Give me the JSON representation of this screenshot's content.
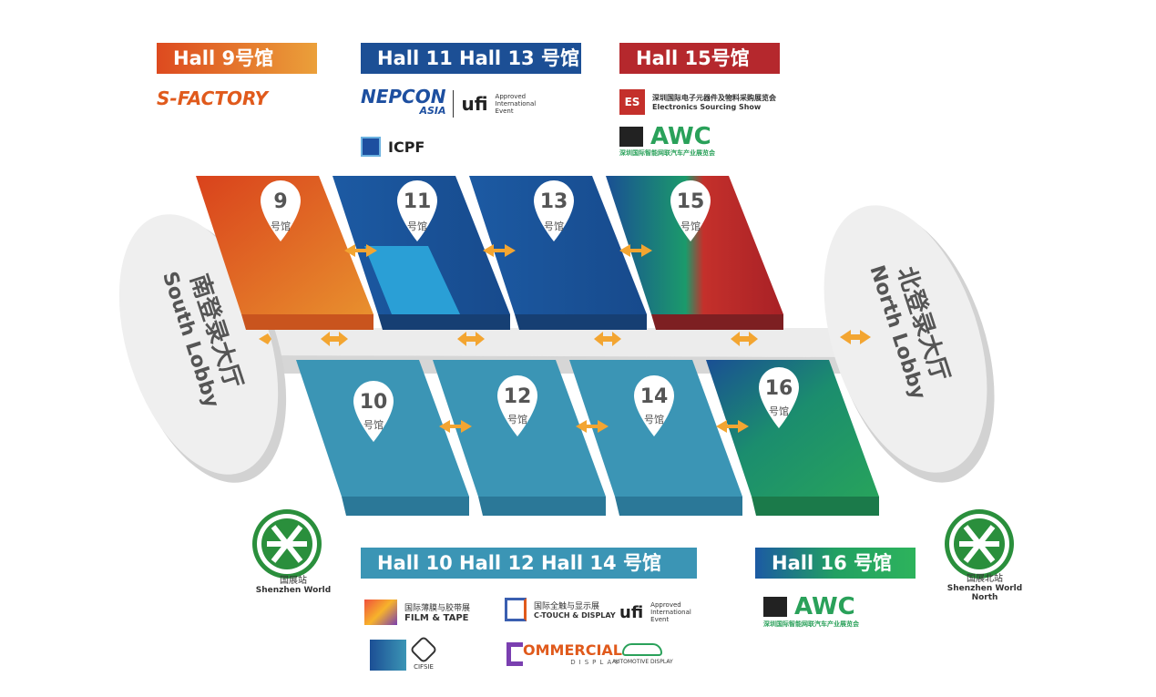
{
  "banners": {
    "hall9": "Hall 9号馆",
    "hall11_13": "Hall 11 Hall 13 号馆",
    "hall15": "Hall 15号馆",
    "hall10_12_14": "Hall 10  Hall 12 Hall 14 号馆",
    "hall16": "Hall 16 号馆"
  },
  "halls": [
    {
      "num": "9",
      "label": "号馆"
    },
    {
      "num": "11",
      "label": "号馆"
    },
    {
      "num": "13",
      "label": "号馆"
    },
    {
      "num": "15",
      "label": "号馆"
    },
    {
      "num": "10",
      "label": "号馆"
    },
    {
      "num": "12",
      "label": "号馆"
    },
    {
      "num": "14",
      "label": "号馆"
    },
    {
      "num": "16",
      "label": "号馆"
    }
  ],
  "lobbies": {
    "south_cn": "南登录大厅",
    "south_en": "South Lobby",
    "north_cn": "北登录大厅",
    "north_en": "North Lobby"
  },
  "stations": {
    "south_cn": "国展站",
    "south_en": "Shenzhen World",
    "north_cn": "国展北站",
    "north_en1": "Shenzhen World",
    "north_en2": "North"
  },
  "logos": {
    "sfactory": "S-FACTORY",
    "nepcon": "NEPCON",
    "nepcon_sub": "ASIA",
    "ufi": "ufi",
    "ufi_text1": "Approved",
    "ufi_text2": "International",
    "ufi_text3": "Event",
    "icpf": "ICPF",
    "es_show_cn": "深圳国际电子元器件及物料采购展览会",
    "es_show_en": "Electronics Sourcing Show",
    "es_mark": "ES",
    "awc": "AWC",
    "awc_cn": "深圳国际智能网联汽车产业展览会",
    "film_tape_cn": "国际薄膜与胶带展",
    "film_tape_en": "FILM & TAPE",
    "ctouch_cn": "国际全触与显示展",
    "ctouch_en": "C-TOUCH & DISPLAY",
    "commercial": "OMMERCIAL",
    "commercial_sub": "DISPLAY",
    "cifsie": "CIFSIE",
    "automotive_display": "AUTOMOTIVE DISPLAY"
  },
  "colors": {
    "orange": "#e05a1c",
    "blue_dark": "#1a4f94",
    "teal": "#3b95b5",
    "red": "#b5282d",
    "green": "#2aa15a",
    "arrow": "#f3a531",
    "lobby": "#e6e6e6"
  }
}
